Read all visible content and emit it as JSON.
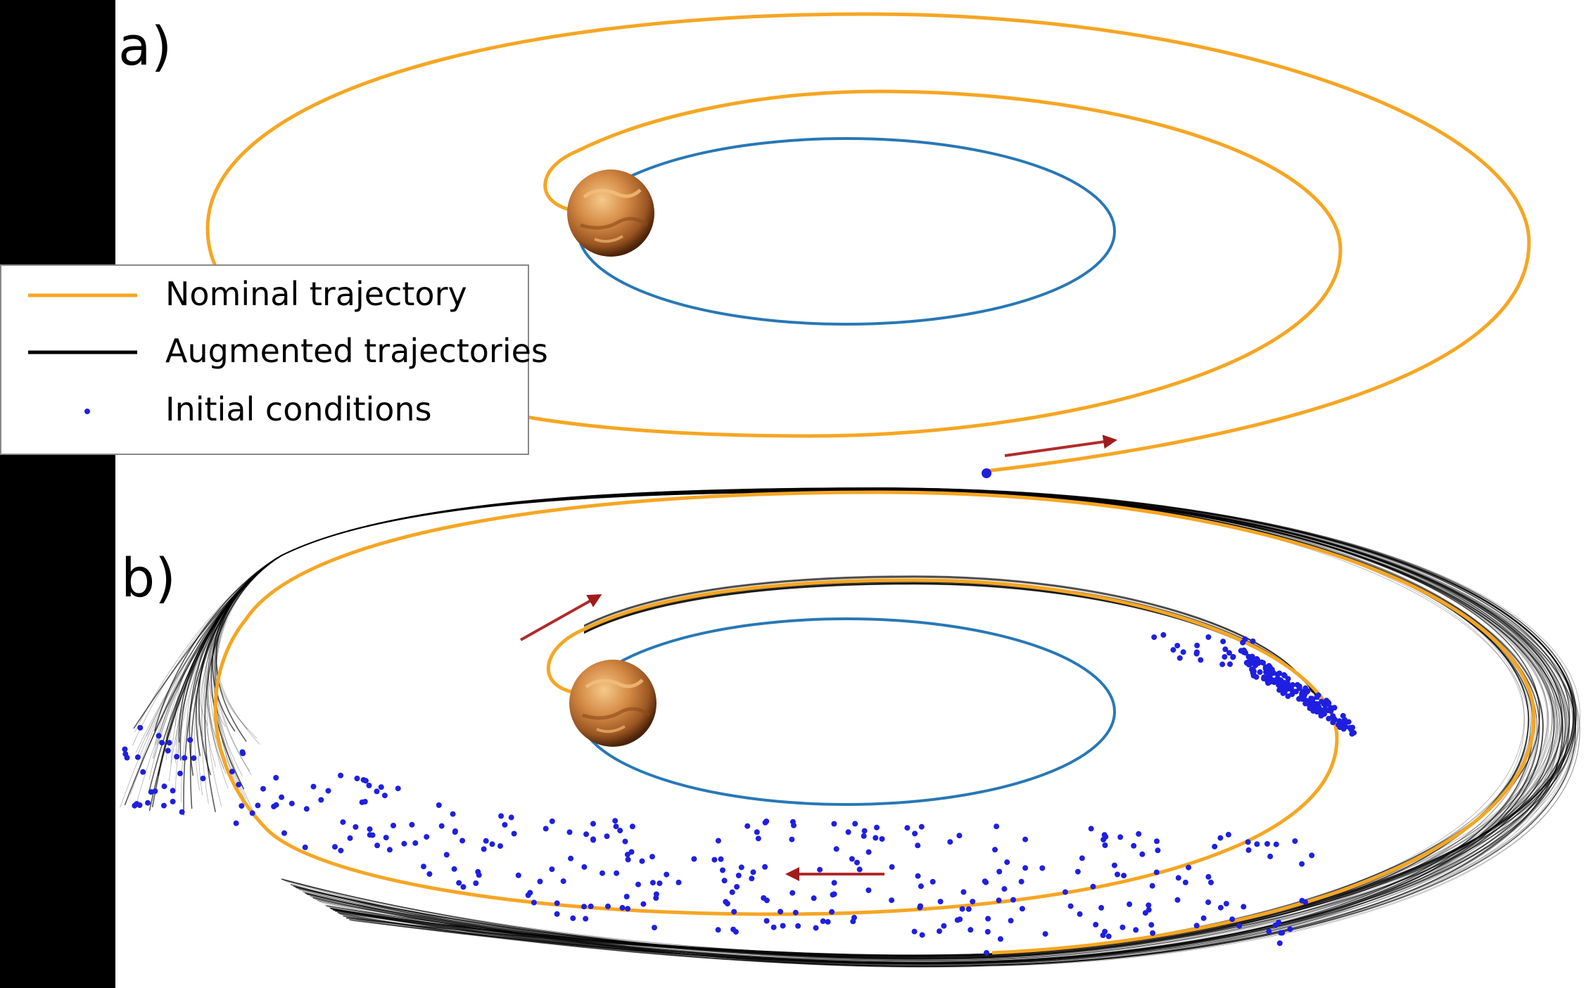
{
  "panels": {
    "a": {
      "label": "a)"
    },
    "b": {
      "label": "b)"
    }
  },
  "legend": {
    "items": [
      {
        "label": "Nominal trajectory",
        "color": "#f5a623",
        "kind": "line"
      },
      {
        "label": "Augmented trajectories",
        "color": "#000000",
        "kind": "line"
      },
      {
        "label": "Initial conditions",
        "color": "#1f1fe0",
        "kind": "dot"
      }
    ]
  },
  "colors": {
    "nominal": "#f5a623",
    "planet_orbit": "#2878b5",
    "augmented": "#000000",
    "initial_conditions": "#1f1fe0",
    "direction_arrow": "#b32a2a",
    "planet": "#c9783a",
    "margin_bar": "#000000"
  },
  "icons": {
    "planet": "venus-planet-icon",
    "arrow": "direction-arrow-icon"
  }
}
